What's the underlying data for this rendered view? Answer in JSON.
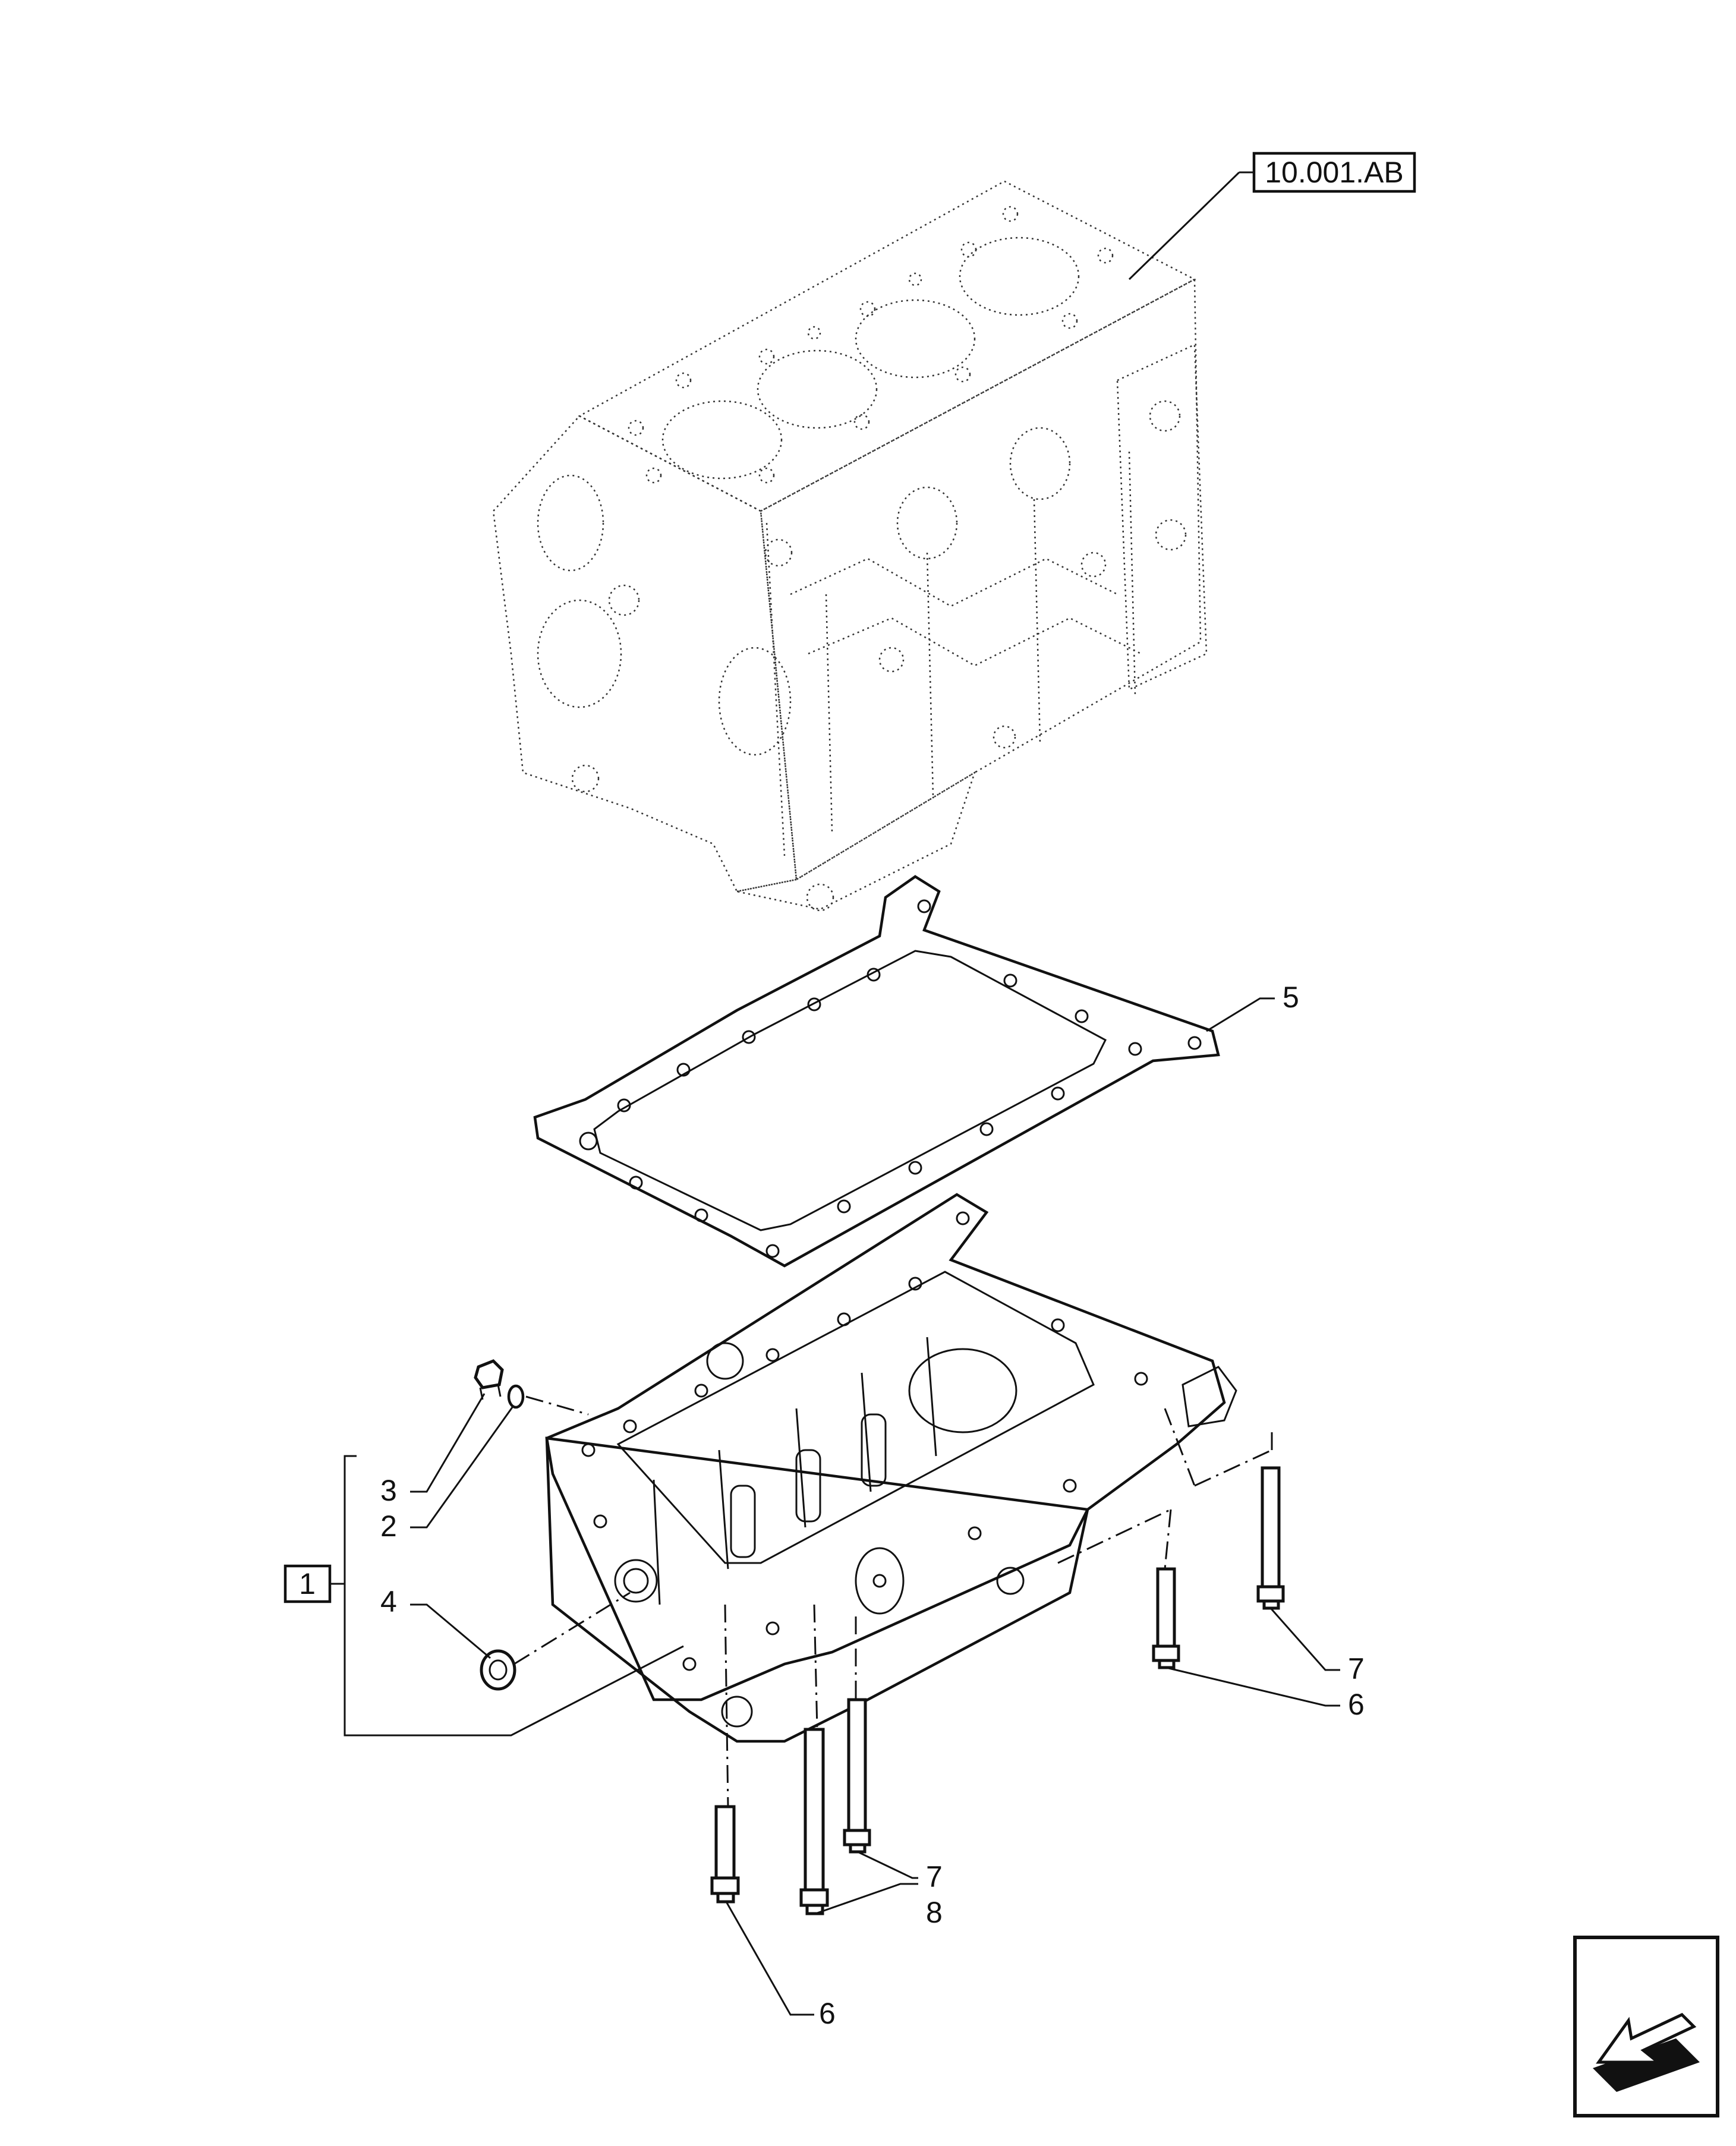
{
  "reference_box": {
    "text": "10.001.AB"
  },
  "assembly_box": {
    "text": "1"
  },
  "callouts": {
    "c2": "2",
    "c3": "3",
    "c4": "4",
    "c5": "5",
    "c6a": "6",
    "c6b": "6",
    "c7a": "7",
    "c7b": "7",
    "c8": "8"
  },
  "icons": [
    "engine-block-drawing",
    "oil-pan-drawing",
    "gasket-drawing",
    "bolt-drawing",
    "navigation-arrow-icon"
  ]
}
